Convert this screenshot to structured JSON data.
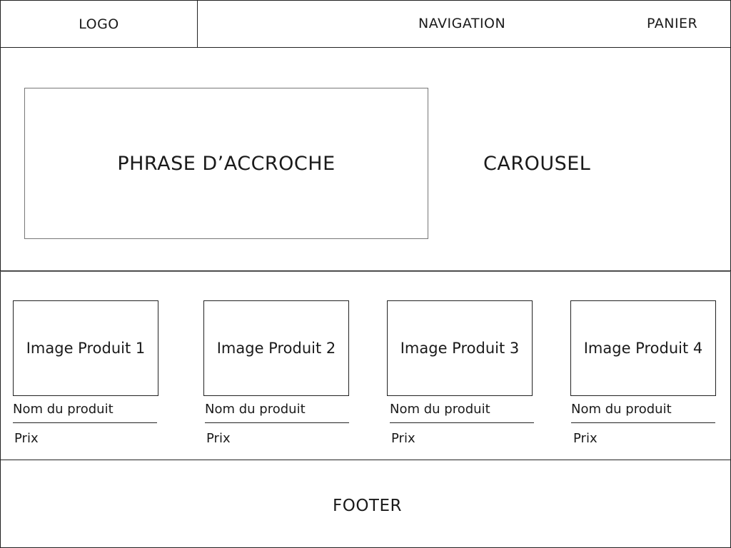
{
  "header": {
    "logo": "LOGO",
    "navigation": "NAVIGATION",
    "cart": "PANIER"
  },
  "hero": {
    "tagline": "PHRASE D’ACCROCHE",
    "carousel": "CAROUSEL"
  },
  "products": [
    {
      "image_label": "Image Produit 1",
      "name": "Nom du produit",
      "price": "Prix"
    },
    {
      "image_label": "Image Produit 2",
      "name": "Nom du produit",
      "price": "Prix"
    },
    {
      "image_label": "Image Produit 3",
      "name": "Nom du produit",
      "price": "Prix"
    },
    {
      "image_label": "Image Produit 4",
      "name": "Nom du produit",
      "price": "Prix"
    }
  ],
  "footer": {
    "label": "FOOTER"
  }
}
